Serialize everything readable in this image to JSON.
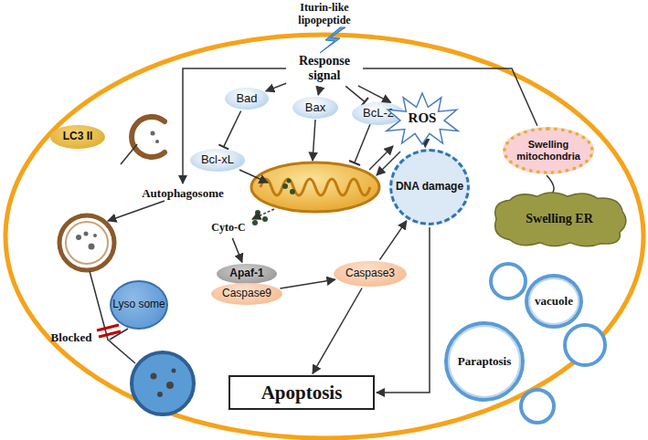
{
  "diagram": {
    "nodes": [
      {
        "text": [
          "Response signal"
        ]
      },
      {
        "text": [
          "Bad"
        ]
      },
      {
        "text": [
          "Bax"
        ]
      },
      {
        "text": [
          "BcL-2"
        ]
      },
      {
        "text": [
          "Bcl-xL"
        ]
      },
      {
        "text": [
          "ROS"
        ]
      },
      {
        "text": [
          "LC3 II"
        ]
      },
      {
        "text": [
          "Autophagosome"
        ]
      },
      {
        "text": [
          "Lyso some"
        ]
      },
      {
        "text": [
          "Cyto-C"
        ]
      },
      {
        "text": [
          "Apaf-1"
        ]
      },
      {
        "text": [
          "Caspase9"
        ]
      },
      {
        "text": [
          "Caspase3"
        ]
      },
      {
        "text": [
          "DNA damage"
        ]
      },
      {
        "text": [
          "Swelling mitochondria"
        ]
      },
      {
        "text": [
          "Swelling ER"
        ]
      },
      {
        "text": [
          "vacuole"
        ]
      },
      {
        "text": [
          "Paraptosis"
        ]
      },
      {
        "text": [
          "Apoptosis"
        ]
      }
    ],
    "edges": [
      {
        "from": 0,
        "to": 1,
        "arrow": "to"
      },
      {
        "from": 0,
        "to": 2,
        "arrow": "to"
      },
      {
        "from": 0,
        "to": 3,
        "arrow": "none"
      },
      {
        "from": 1,
        "to": 4,
        "arrow": "none"
      },
      {
        "from": 0,
        "to": 5,
        "arrow": "to"
      },
      {
        "from": 0,
        "to": 7,
        "arrow": "to"
      },
      {
        "from": 0,
        "to": 14,
        "arrow": "none"
      },
      {
        "from": 5,
        "to": 13,
        "arrow": "to"
      },
      {
        "from": 9,
        "to": 10,
        "arrow": "to"
      },
      {
        "from": 11,
        "to": 12,
        "arrow": "to"
      },
      {
        "from": 12,
        "to": 13,
        "arrow": "to"
      },
      {
        "from": 12,
        "to": 18,
        "arrow": "to"
      },
      {
        "from": 13,
        "to": 18,
        "arrow": "to"
      }
    ],
    "labels": [
      "Iturin-like lipopeptide",
      "Blocked"
    ]
  }
}
